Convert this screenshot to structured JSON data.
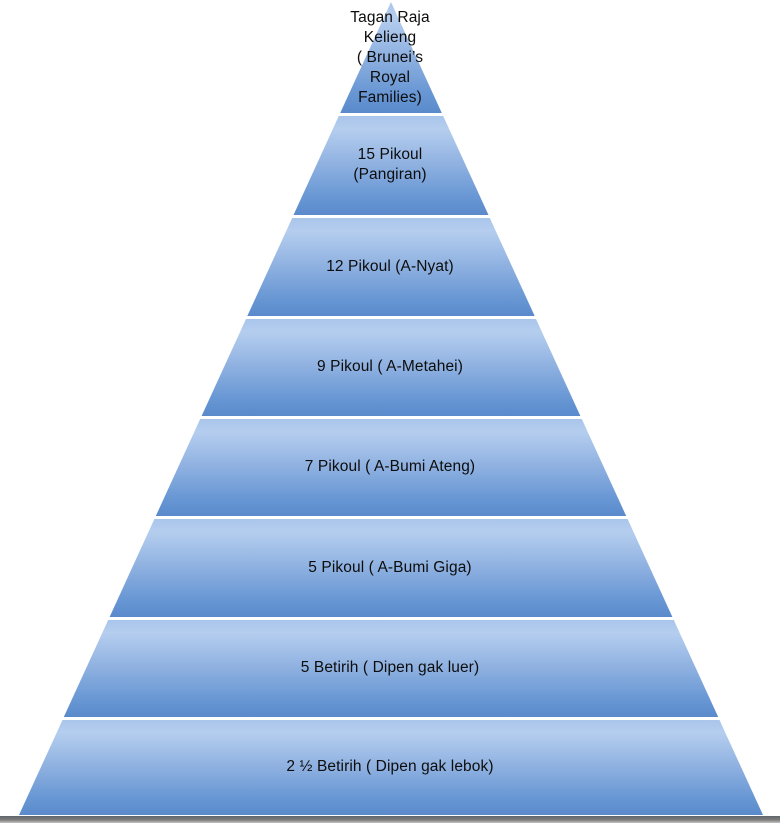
{
  "slide": {
    "background": "#ffffff",
    "bottom_rule_color": "#7d7d7d"
  },
  "pyramid": {
    "type": "pyramid-diagram",
    "text_color": "#0d0d0d",
    "colors": {
      "gradient_top": "#a9c5ea",
      "gradient_light": "#b5ceef",
      "gradient_mid": "#93b4e2",
      "gradient_lower": "#6897d4",
      "gradient_bottom": "#5b8acc"
    },
    "levels": [
      {
        "id": 1,
        "label": "Tagan Raja Kelieng ( Brunei’s Royal Families)",
        "lines": [
          "Tagan Raja",
          "Kelieng",
          "( Brunei’s",
          "Royal",
          "Families)"
        ]
      },
      {
        "id": 2,
        "label": "15 Pikoul (Pangiran)",
        "lines": [
          "15 Pikoul",
          "(Pangiran)"
        ]
      },
      {
        "id": 3,
        "label": "12 Pikoul (A-Nyat)",
        "lines": [
          "12 Pikoul (A-Nyat)"
        ]
      },
      {
        "id": 4,
        "label": "9 Pikoul ( A-Metahei)",
        "lines": [
          "9 Pikoul ( A-Metahei)"
        ]
      },
      {
        "id": 5,
        "label": "7 Pikoul ( A-Bumi Ateng)",
        "lines": [
          "7 Pikoul ( A-Bumi Ateng)"
        ]
      },
      {
        "id": 6,
        "label": "5 Pikoul ( A-Bumi Giga)",
        "lines": [
          "5 Pikoul ( A-Bumi Giga)"
        ]
      },
      {
        "id": 7,
        "label": "5 Betirih ( Dipen gak luer)",
        "lines": [
          "5 Betirih ( Dipen gak luer)"
        ]
      },
      {
        "id": 8,
        "label": "2 ½ Betirih ( Dipen gak lebok)",
        "lines": [
          "2 ½ Betirih ( Dipen gak lebok)"
        ]
      }
    ]
  }
}
